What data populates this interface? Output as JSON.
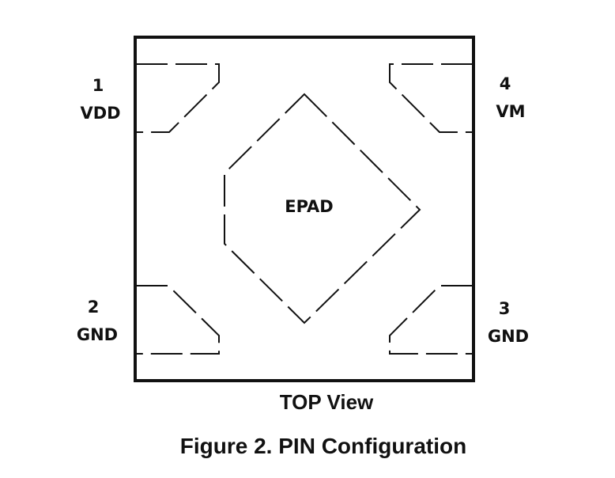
{
  "pins": [
    {
      "number": "1",
      "name": "VDD"
    },
    {
      "number": "2",
      "name": "GND"
    },
    {
      "number": "3",
      "name": "GND"
    },
    {
      "number": "4",
      "name": "VM"
    }
  ],
  "pad_label": "EPAD",
  "view_label": "TOP View",
  "caption": "Figure 2.  PIN Configuration"
}
